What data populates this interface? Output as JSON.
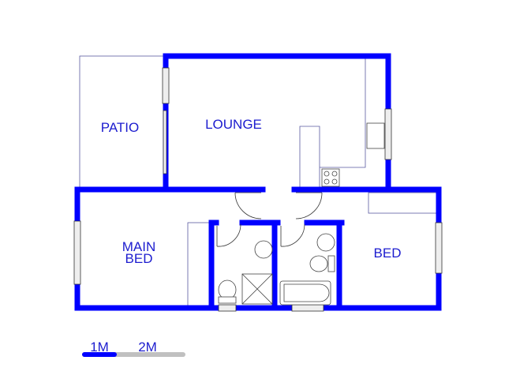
{
  "rooms": {
    "patio": "PATIO",
    "lounge": "LOUNGE",
    "main_bed_line1": "MAIN",
    "main_bed_line2": "BED",
    "bed": "BED"
  },
  "scale": {
    "label_1": "1M",
    "label_2": "2M"
  },
  "colors": {
    "wall": "#0000ff",
    "text": "#1c1ccf",
    "scale_gray": "#c0c0c0"
  }
}
